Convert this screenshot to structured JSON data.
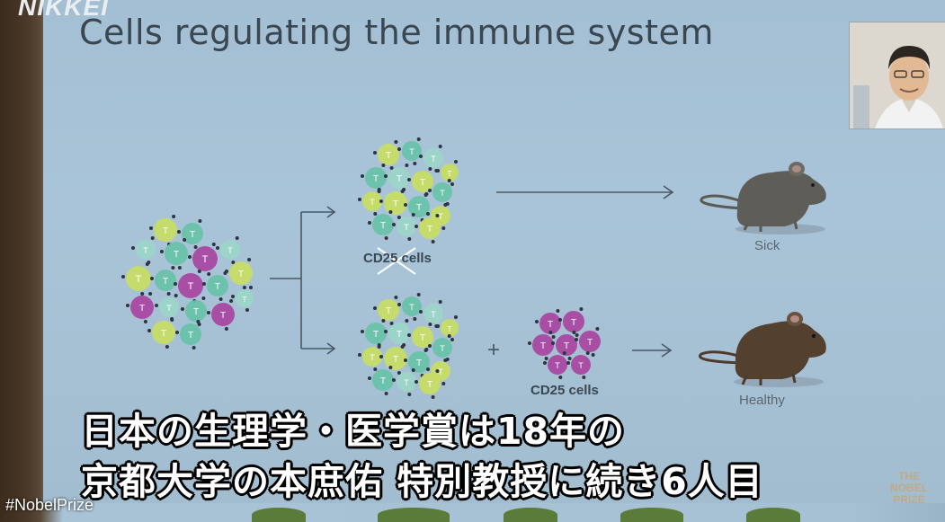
{
  "header": {
    "logo": "NIKKEI"
  },
  "slide": {
    "title": "Cells regulating the immune system",
    "labels": {
      "struck": "CD25 cells",
      "added": "CD25 cells",
      "sick": "Sick",
      "healthy": "Healthy"
    },
    "plus": "+"
  },
  "caption": {
    "line1": "日本の生理学・医学賞は18年の",
    "line2": "京都大学の本庶佑 特別教授に続き6人目"
  },
  "footer": {
    "hashtag": "#NobelPrize",
    "nobel_line1": "THE",
    "nobel_line2": "NOBEL",
    "nobel_line3": "PRIZE"
  },
  "colors": {
    "green": "#c8dd62",
    "teal": "#68c2a8",
    "light_teal": "#9cd6c8",
    "purple": "#a8449f",
    "mouse": "#5f5a50",
    "text": "#3a4650"
  }
}
